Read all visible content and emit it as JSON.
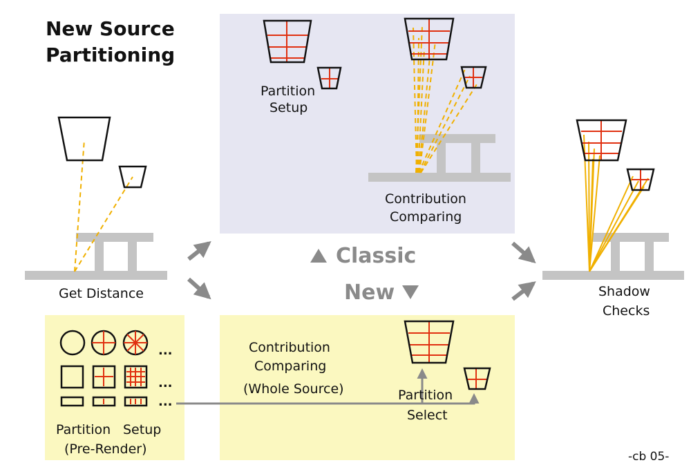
{
  "title": {
    "line1": "New Source",
    "line2": "Partitioning"
  },
  "labels": {
    "get_distance": "Get Distance",
    "partition_setup_classic_1": "Partition",
    "partition_setup_classic_2": "Setup",
    "contribution_classic_1": "Contribution",
    "contribution_classic_2": "Comparing",
    "classic": "Classic",
    "new": "New",
    "shadow_1": "Shadow",
    "shadow_2": "Checks",
    "contribution_new_1": "Contribution",
    "contribution_new_2": "Comparing",
    "contribution_new_3": "(Whole Source)",
    "partition_select_1": "Partition",
    "partition_select_2": "Select",
    "pre_render_1": "Partition",
    "pre_render_2": "Setup",
    "pre_render_3": "(Pre-Render)",
    "ellipsis": "...",
    "signature": "-cb 05-"
  },
  "colors": {
    "classic_panel": "#e6e6f2",
    "new_panel": "#fbf8c0",
    "table_gray": "#c4c4c4",
    "arrow_gray": "#8a8a8a",
    "grid_red": "#e03010",
    "ray_orange": "#f0b000",
    "outline": "#111111"
  }
}
